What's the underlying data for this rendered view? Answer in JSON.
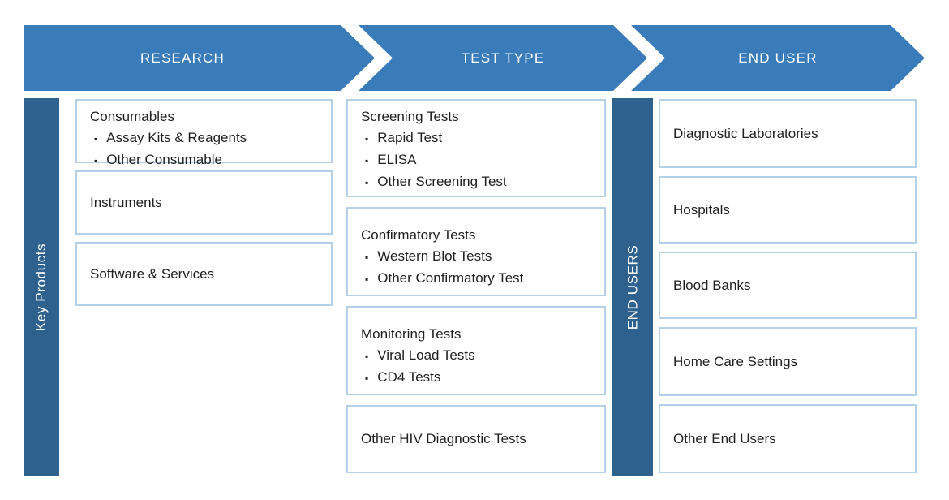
{
  "palette": {
    "arrow_blue": "#3a7cba",
    "sidebar_blue": "#2e618e",
    "box_border_blue": "#b5d0e9",
    "text_dark": "#1f1f1f",
    "text_light": "#ffffff"
  },
  "icons": {
    "bullet": "▪"
  },
  "header": {
    "arrows": [
      {
        "label": "RESEARCH"
      },
      {
        "label": "TEST TYPE"
      },
      {
        "label": "END USER"
      }
    ]
  },
  "columns": [
    {
      "side_label": "Key Products",
      "boxes": [
        {
          "title": "Consumables",
          "bullets": [
            "Assay Kits & Reagents",
            "Other Consumable"
          ]
        },
        {
          "title": "Instruments",
          "bullets": []
        },
        {
          "title": "Software & Services",
          "bullets": []
        }
      ]
    },
    {
      "side_label": "",
      "boxes": [
        {
          "title": "Screening Tests",
          "bullets": [
            "Rapid Test",
            "ELISA",
            "Other Screening Test"
          ]
        },
        {
          "title": "Confirmatory Tests",
          "bullets": [
            "Western Blot Tests",
            "Other Confirmatory Test"
          ]
        },
        {
          "title": "Monitoring Tests",
          "bullets": [
            "Viral Load Tests",
            "CD4 Tests"
          ]
        },
        {
          "title": "Other HIV Diagnostic Tests",
          "bullets": []
        }
      ]
    },
    {
      "side_label": "END USERS",
      "boxes": [
        {
          "title": "Diagnostic Laboratories",
          "bullets": []
        },
        {
          "title": "Hospitals",
          "bullets": []
        },
        {
          "title": "Blood Banks",
          "bullets": []
        },
        {
          "title": "Home Care Settings",
          "bullets": []
        },
        {
          "title": "Other End Users",
          "bullets": []
        }
      ]
    }
  ]
}
